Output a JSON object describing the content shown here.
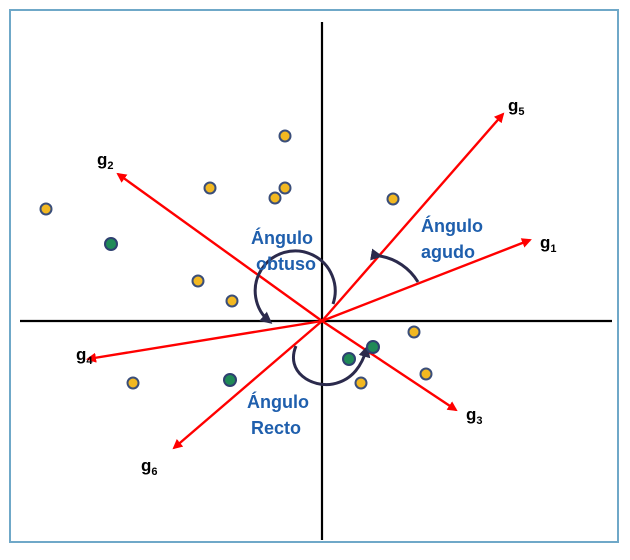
{
  "colors": {
    "border": "#6FA8C8",
    "axis": "#000000",
    "vector": "#FF0000",
    "arc": "#2B2A4C",
    "angle_text": "#1F5FAD",
    "dot_variable": "#F2B821",
    "dot_variable_ring": "#3A4E7A",
    "dot_sample": "#1F8A57",
    "dot_sample_ring": "#2E4070"
  },
  "vectors": [
    {
      "base": "g",
      "sub": "1"
    },
    {
      "base": "g",
      "sub": "2"
    },
    {
      "base": "g",
      "sub": "3"
    },
    {
      "base": "g",
      "sub": "4"
    },
    {
      "base": "g",
      "sub": "5"
    },
    {
      "base": "g",
      "sub": "6"
    }
  ],
  "angles": {
    "acute": {
      "line1": "Ángulo",
      "line2": "agudo"
    },
    "obtuse": {
      "line1": "Ángulo",
      "line2": "obtuso"
    },
    "right": {
      "line1": "Ángulo",
      "line2": "Recto"
    }
  }
}
